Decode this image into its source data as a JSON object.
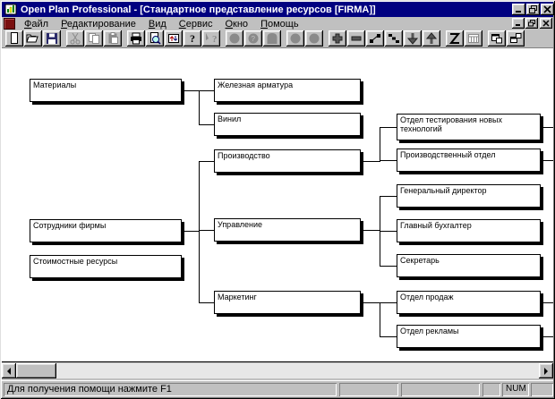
{
  "window": {
    "title": "Open Plan Professional - [Стандартное представление ресурсов [FIRMA]]",
    "controls": [
      "minimize",
      "restore",
      "close"
    ]
  },
  "menubar": {
    "items": [
      "Файл",
      "Редактирование",
      "Вид",
      "Сервис",
      "Окно",
      "Помощь"
    ]
  },
  "toolbar": {
    "buttons": [
      {
        "icon": "new-document",
        "enabled": true
      },
      {
        "icon": "open-folder",
        "enabled": true
      },
      {
        "icon": "save",
        "enabled": true
      },
      {
        "icon": "cut",
        "enabled": false
      },
      {
        "icon": "copy",
        "enabled": false
      },
      {
        "icon": "paste",
        "enabled": false
      },
      {
        "icon": "print",
        "enabled": true
      },
      {
        "icon": "print-preview",
        "enabled": true
      },
      {
        "icon": "update-data",
        "enabled": true
      },
      {
        "icon": "help",
        "enabled": true
      },
      {
        "icon": "context-help",
        "enabled": false
      },
      {
        "icon": "shape-circle-1",
        "enabled": false
      },
      {
        "icon": "shape-circle-2",
        "enabled": false
      },
      {
        "icon": "shape-rounded",
        "enabled": false
      },
      {
        "icon": "shape-circle-3",
        "enabled": false
      },
      {
        "icon": "shape-circle-4",
        "enabled": false
      },
      {
        "icon": "add-plus",
        "enabled": true
      },
      {
        "icon": "remove-minus",
        "enabled": true
      },
      {
        "icon": "link-nodes",
        "enabled": true
      },
      {
        "icon": "step-layout",
        "enabled": true
      },
      {
        "icon": "arrow-down",
        "enabled": true
      },
      {
        "icon": "arrow-up",
        "enabled": true
      },
      {
        "icon": "zigzag-view",
        "enabled": true
      },
      {
        "icon": "calendar",
        "enabled": false
      },
      {
        "icon": "window-cascade",
        "enabled": true
      },
      {
        "icon": "window-arrange",
        "enabled": true
      }
    ]
  },
  "tree": {
    "nodes": [
      {
        "id": "materials",
        "label": "Материалы"
      },
      {
        "id": "staff",
        "label": "Сотрудники фирмы"
      },
      {
        "id": "cost",
        "label": "Стоимостные ресурсы"
      },
      {
        "id": "iron",
        "label": "Железная арматура"
      },
      {
        "id": "vinyl",
        "label": "Винил"
      },
      {
        "id": "production",
        "label": "Производство"
      },
      {
        "id": "management",
        "label": "Управление"
      },
      {
        "id": "marketing",
        "label": "Маркетинг"
      },
      {
        "id": "newtech",
        "label": "Отдел тестирования новых технологий"
      },
      {
        "id": "proddept",
        "label": "Производственный отдел"
      },
      {
        "id": "ceo",
        "label": "Генеральный директор"
      },
      {
        "id": "accountant",
        "label": "Главный бухгалтер"
      },
      {
        "id": "secretary",
        "label": "Секретарь"
      },
      {
        "id": "sales",
        "label": "Отдел продаж"
      },
      {
        "id": "ads",
        "label": "Отдел рекламы"
      }
    ],
    "edges": [
      {
        "parent": "materials",
        "children": [
          "iron",
          "vinyl"
        ]
      },
      {
        "parent": "staff",
        "children": [
          "production",
          "management",
          "marketing"
        ]
      },
      {
        "parent": "production",
        "children": [
          "newtech",
          "proddept"
        ]
      },
      {
        "parent": "management",
        "children": [
          "ceo",
          "accountant",
          "secretary"
        ]
      },
      {
        "parent": "marketing",
        "children": [
          "sales",
          "ads"
        ]
      }
    ],
    "offscreen_children_of": [
      "newtech",
      "proddept",
      "sales",
      "ads"
    ]
  },
  "statusbar": {
    "message": "Для получения помощи нажмите F1",
    "num_indicator": "NUM"
  },
  "colors": {
    "titlebar": "#000080",
    "window_face": "#c0c0c0",
    "node_fill": "#ffffff",
    "line": "#000000"
  }
}
